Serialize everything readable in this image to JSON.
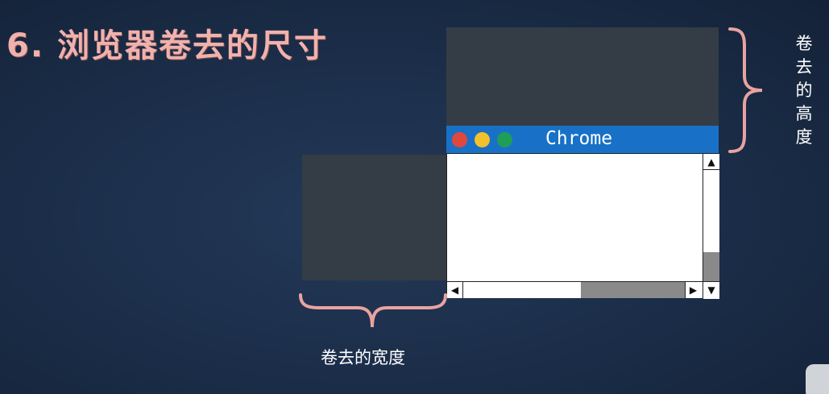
{
  "slide": {
    "title": "6. 浏览器卷去的尺寸"
  },
  "browser_window": {
    "title": "Chrome",
    "traffic_lights": [
      "close-dot-red",
      "minimize-dot-yellow",
      "maximize-dot-green"
    ],
    "colors": {
      "titlebar": "#1871c6",
      "scrolled_region": "#343c46",
      "scrollbar_thumb": "#8a8a8a"
    }
  },
  "annotations": {
    "scroll_height_label": "卷去的高度",
    "scroll_width_label": "卷去的宽度"
  },
  "colors": {
    "title": "#f1b1ad",
    "brace": "#e8a3a0"
  }
}
